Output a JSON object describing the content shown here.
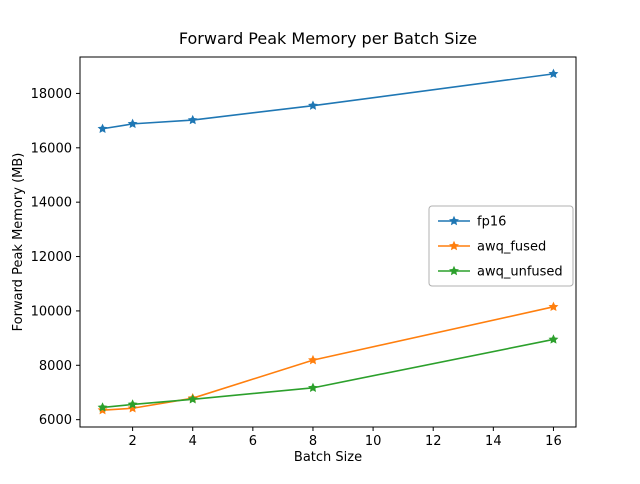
{
  "figure": {
    "title": "Forward Peak Memory per Batch Size",
    "xlabel": "Batch Size",
    "ylabel": "Forward Peak Memory (MB)"
  },
  "chart_data": {
    "type": "line",
    "title": "Forward Peak Memory per Batch Size",
    "xlabel": "Batch Size",
    "ylabel": "Forward Peak Memory (MB)",
    "x": [
      1,
      2,
      4,
      8,
      16
    ],
    "series": [
      {
        "name": "fp16",
        "color": "#1f77b4",
        "values": [
          16700,
          16880,
          17020,
          17550,
          18720
        ]
      },
      {
        "name": "awq_fused",
        "color": "#ff7f0e",
        "values": [
          6350,
          6420,
          6790,
          8190,
          10150
        ]
      },
      {
        "name": "awq_unfused",
        "color": "#2ca02c",
        "values": [
          6450,
          6560,
          6750,
          7170,
          8950
        ]
      }
    ],
    "marker": "star",
    "xlim": [
      0.25,
      16.75
    ],
    "ylim": [
      5730,
      19340
    ],
    "xticks": [
      2,
      4,
      6,
      8,
      10,
      12,
      14,
      16
    ],
    "yticks": [
      6000,
      8000,
      10000,
      12000,
      14000,
      16000,
      18000
    ],
    "grid": false,
    "legend_position": "center right",
    "legend_labels": [
      "fp16",
      "awq_fused",
      "awq_unfused"
    ]
  }
}
